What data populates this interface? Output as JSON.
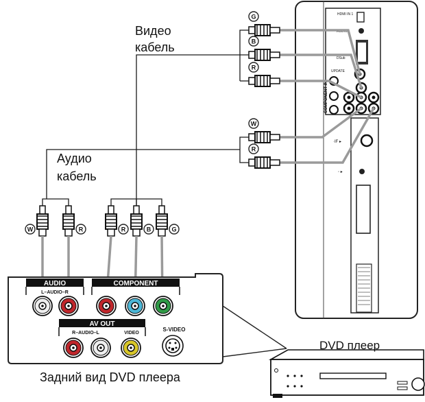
{
  "labels": {
    "video_cable": [
      "Видео",
      "кабель"
    ],
    "audio_cable": [
      "Аудио",
      "кабель"
    ],
    "dvd_player": "DVD плеер",
    "dvd_rear_view": "Задний вид DVD плеера"
  },
  "panel": {
    "audio_header": "AUDIO",
    "audio_sub": "L–AUDIO–R",
    "component_header": "COMPONENT",
    "avout_header": "AV OUT",
    "avout_audio": "R–AUDIO–L",
    "avout_video": "VIDEO",
    "svideo": "S-VIDEO"
  },
  "plug_letters": {
    "audio": [
      "W",
      "R"
    ],
    "component": [
      "R",
      "B",
      "G"
    ],
    "tv_video": [
      "G",
      "B",
      "R"
    ],
    "tv_audio": [
      "W",
      "R"
    ]
  },
  "tv_side": {
    "hdmi": "HDMI IN 1",
    "audio": "AUDIO",
    "dsub": "DSub",
    "update": "UPDATE",
    "component_in": "COMPONENT IN"
  },
  "colors": {
    "red_jack": "#c0262b",
    "blue_jack": "#4bb6d6",
    "green_jack": "#2f9a46",
    "yellow_jack": "#d8c628",
    "white_jack": "#eeeeee",
    "line": "#1a1a1a",
    "cable_gray": "#9a9a9a"
  },
  "icons": [
    "rca-plug-icon",
    "rca-jack-icon",
    "svideo-jack-icon",
    "dvd-player-icon"
  ]
}
